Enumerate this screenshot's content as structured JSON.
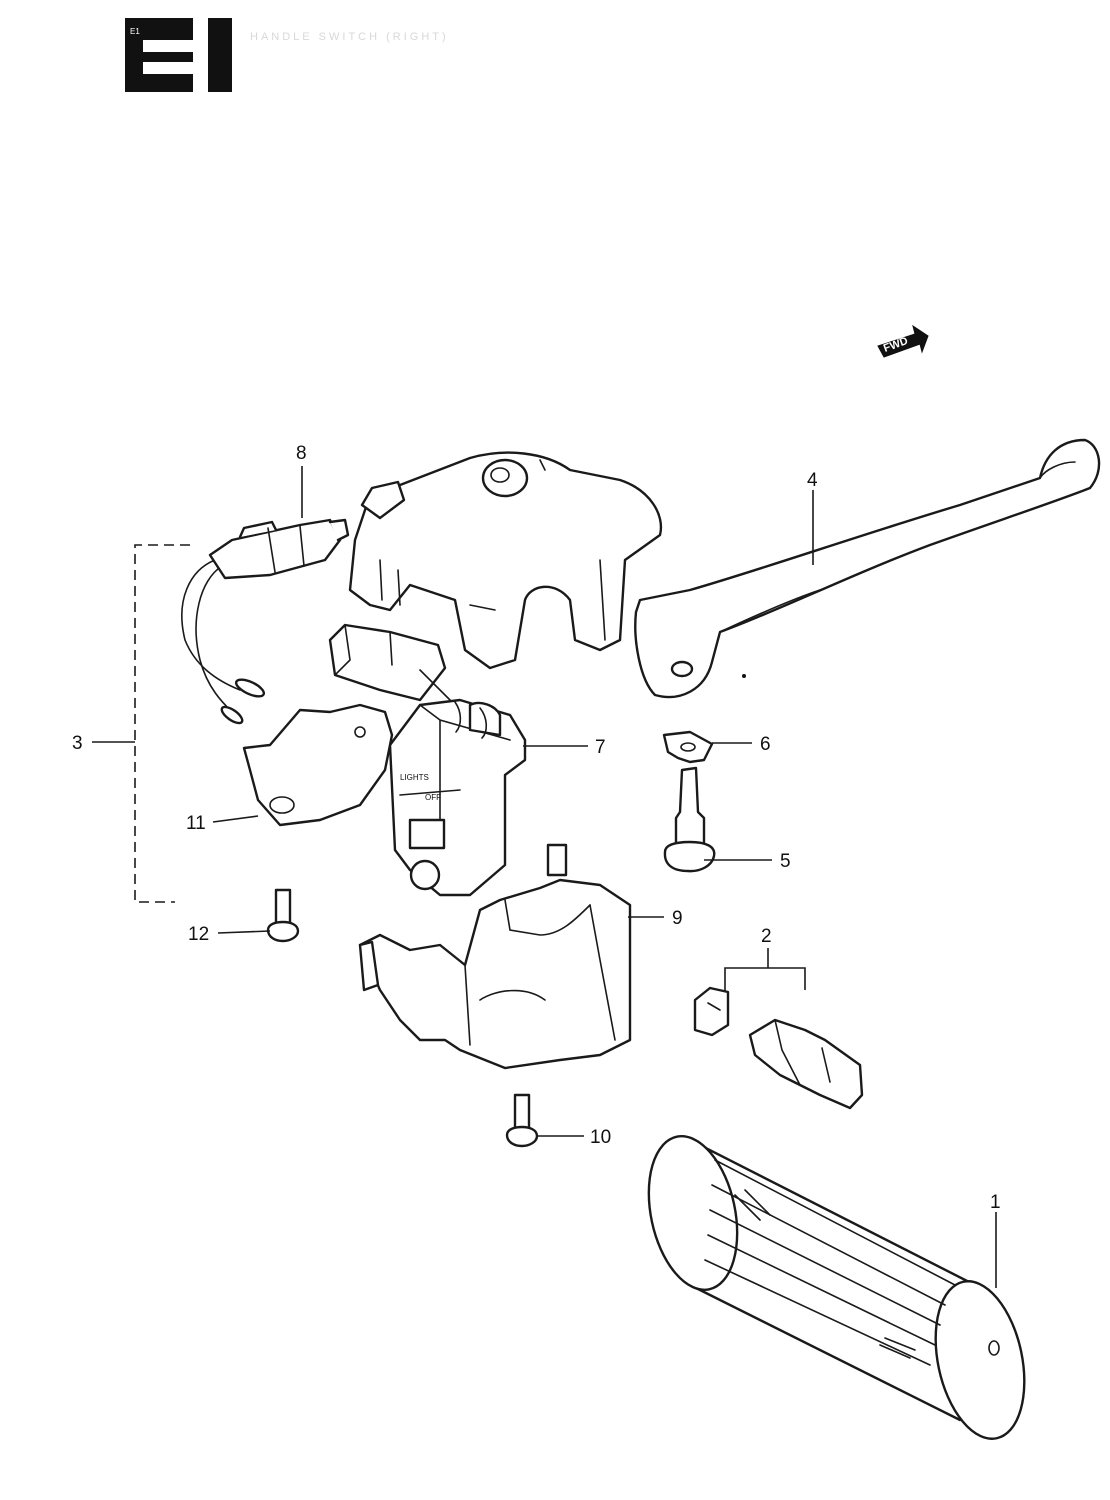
{
  "header": {
    "logo_text": "E1",
    "faint_header_text": "HANDLE SWITCH (RIGHT)"
  },
  "fwd_indicator": {
    "label": "FWD"
  },
  "switch_labels": {
    "lights": "LIGHTS",
    "off": "OFF"
  },
  "callouts": {
    "p1": "1",
    "p2": "2",
    "p3": "3",
    "p4": "4",
    "p5": "5",
    "p6": "6",
    "p7": "7",
    "p8": "8",
    "p9": "9",
    "p10": "10",
    "p11": "11",
    "p12": "12"
  },
  "colors": {
    "ink": "#1a1a1a",
    "paper": "#ffffff"
  }
}
